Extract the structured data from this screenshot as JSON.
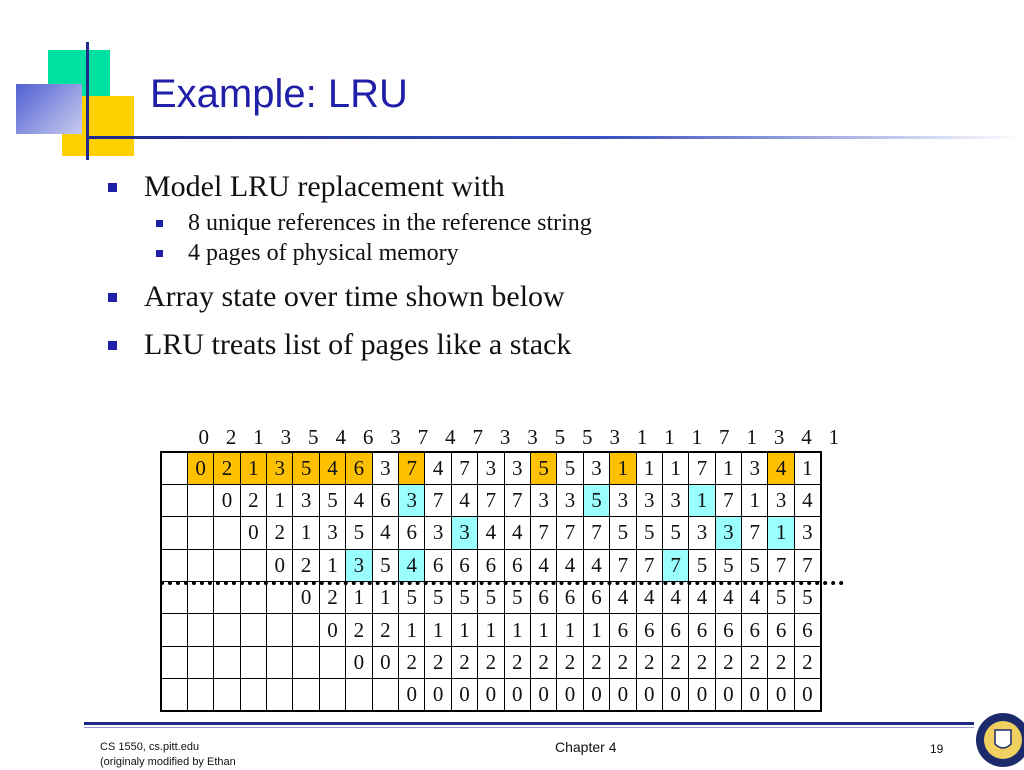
{
  "slide": {
    "title": "Example: LRU",
    "bullets": [
      {
        "text": "Model LRU replacement with",
        "sub": [
          "8 unique references in the reference string",
          "4 pages of physical memory"
        ]
      },
      {
        "text": "Array state over time shown below",
        "sub": []
      },
      {
        "text": "LRU treats list of pages like a stack",
        "sub": []
      }
    ]
  },
  "reference_string": [
    "0",
    "2",
    "1",
    "3",
    "5",
    "4",
    "6",
    "3",
    "7",
    "4",
    "7",
    "3",
    "3",
    "5",
    "5",
    "3",
    "1",
    "1",
    "1",
    "7",
    "1",
    "3",
    "4",
    "1"
  ],
  "stack_rows": [
    [
      "0",
      "2",
      "1",
      "3",
      "5",
      "4",
      "6",
      "3",
      "7",
      "4",
      "7",
      "3",
      "3",
      "5",
      "5",
      "3",
      "1",
      "1",
      "1",
      "7",
      "1",
      "3",
      "4",
      "1"
    ],
    [
      "",
      "0",
      "2",
      "1",
      "3",
      "5",
      "4",
      "6",
      "3",
      "7",
      "4",
      "7",
      "7",
      "3",
      "3",
      "5",
      "3",
      "3",
      "3",
      "1",
      "7",
      "1",
      "3",
      "4"
    ],
    [
      "",
      "",
      "0",
      "2",
      "1",
      "3",
      "5",
      "4",
      "6",
      "3",
      "3",
      "4",
      "4",
      "7",
      "7",
      "7",
      "5",
      "5",
      "5",
      "3",
      "3",
      "7",
      "1",
      "3"
    ],
    [
      "",
      "",
      "",
      "0",
      "2",
      "1",
      "3",
      "5",
      "4",
      "6",
      "6",
      "6",
      "6",
      "4",
      "4",
      "4",
      "7",
      "7",
      "7",
      "5",
      "5",
      "5",
      "7",
      "7"
    ],
    [
      "",
      "",
      "",
      "",
      "0",
      "2",
      "1",
      "1",
      "5",
      "5",
      "5",
      "5",
      "5",
      "6",
      "6",
      "6",
      "4",
      "4",
      "4",
      "4",
      "4",
      "4",
      "5",
      "5"
    ],
    [
      "",
      "",
      "",
      "",
      "",
      "0",
      "2",
      "2",
      "1",
      "1",
      "1",
      "1",
      "1",
      "1",
      "1",
      "1",
      "6",
      "6",
      "6",
      "6",
      "6",
      "6",
      "6",
      "6"
    ],
    [
      "",
      "",
      "",
      "",
      "",
      "",
      "0",
      "0",
      "2",
      "2",
      "2",
      "2",
      "2",
      "2",
      "2",
      "2",
      "2",
      "2",
      "2",
      "2",
      "2",
      "2",
      "2",
      "2"
    ],
    [
      "",
      "",
      "",
      "",
      "",
      "",
      "",
      "",
      "0",
      "0",
      "0",
      "0",
      "0",
      "0",
      "0",
      "0",
      "0",
      "0",
      "0",
      "0",
      "0",
      "0",
      "0",
      "0"
    ]
  ],
  "highlights": {
    "orange": [
      [
        0,
        0
      ],
      [
        0,
        1
      ],
      [
        0,
        2
      ],
      [
        0,
        3
      ],
      [
        0,
        4
      ],
      [
        0,
        5
      ],
      [
        0,
        6
      ],
      [
        0,
        8
      ],
      [
        0,
        13
      ],
      [
        0,
        16
      ],
      [
        0,
        22
      ]
    ],
    "cyan": [
      [
        1,
        8
      ],
      [
        1,
        15
      ],
      [
        1,
        19
      ],
      [
        2,
        10
      ],
      [
        2,
        20
      ],
      [
        2,
        22
      ],
      [
        3,
        6
      ],
      [
        3,
        8
      ],
      [
        3,
        18
      ]
    ]
  },
  "colors": {
    "title": "#1f1fa8",
    "orange": "#ffc000",
    "cyan": "#99ffff",
    "rule": "#1c2a8c"
  },
  "footer": {
    "left_line1": "CS 1550, cs.pitt.edu",
    "left_line2": "(originaly modified by Ethan",
    "center": "Chapter 4",
    "page": "19"
  },
  "icons": {
    "bullet": "square-bullet-icon",
    "seal": "university-seal-icon"
  }
}
